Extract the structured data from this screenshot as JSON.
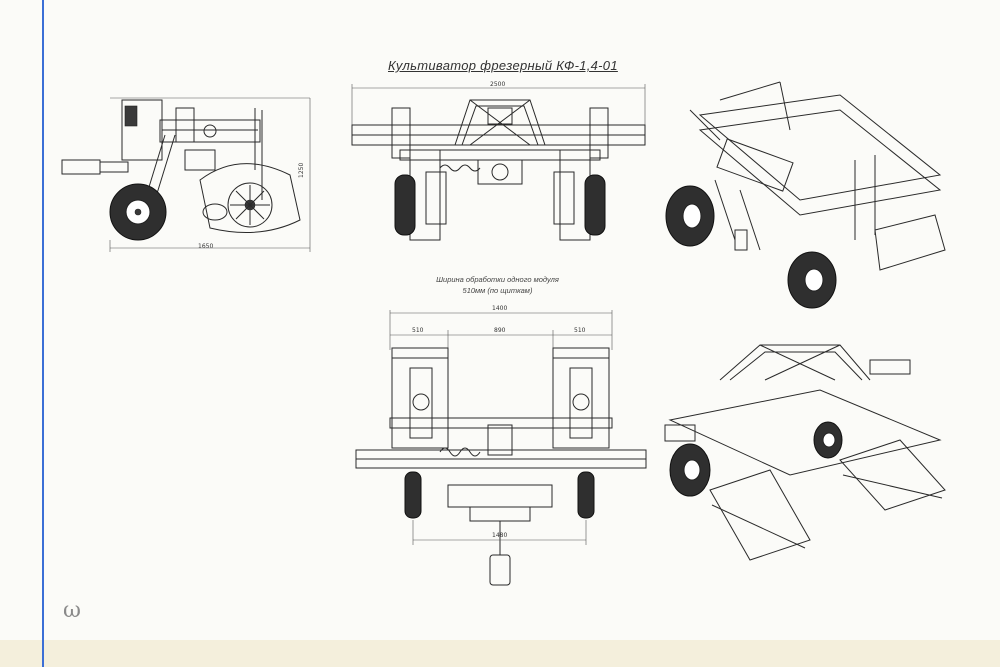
{
  "title": "Культиватор фрезерный КФ-1,4-01",
  "caption": {
    "line1": "Ширина обработки одного модуля",
    "line2": "510мм (по щиткам)"
  },
  "dimensions": {
    "side_length": "1650",
    "side_height": "1250",
    "front_width": "2500",
    "plan_overall": "1400",
    "plan_module_left": "510",
    "plan_gap": "890",
    "plan_module_right": "510",
    "plan_track": "1480"
  },
  "margin_mark": "ω",
  "colors": {
    "margin_line": "#3b6fd6",
    "paper": "#fbfbf8",
    "ink": "#2a2a2a"
  }
}
